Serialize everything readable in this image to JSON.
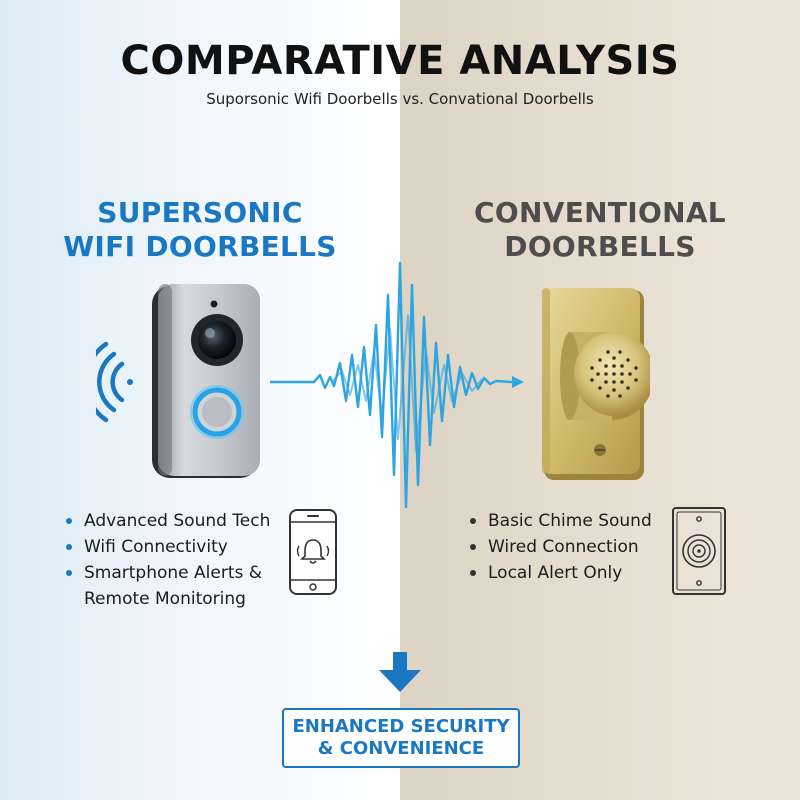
{
  "header": {
    "title": "COMPARATIVE ANALYSIS",
    "subtitle": "Suporsonic Wifi Doorbells vs. Convational Doorbells"
  },
  "left_panel": {
    "heading_line1": "SUPERSONIC",
    "heading_line2": "WIFI DOORBELLS",
    "accent_color": "#1a78c2",
    "features": [
      "Advanced Sound Tech",
      "Wifi Connectivity",
      "Smartphone Alerts &",
      "Remote Monitoring"
    ],
    "icons": [
      "wifi-signal-icon",
      "smart-doorbell-icon",
      "smartphone-bell-icon"
    ]
  },
  "right_panel": {
    "heading_line1": "CONVENTIONAL",
    "heading_line2": "DOORBELLS",
    "heading_color": "#4d4d4d",
    "features": [
      "Basic Chime Sound",
      "Wired Connection",
      "Local Alert Only"
    ],
    "icons": [
      "brass-doorbell-icon",
      "wall-chime-icon"
    ]
  },
  "center": {
    "icons": [
      "sound-wave-icon",
      "down-arrow-icon"
    ]
  },
  "footer": {
    "line1": "ENHANCED SECURITY",
    "line2": "& CONVENIENCE"
  }
}
